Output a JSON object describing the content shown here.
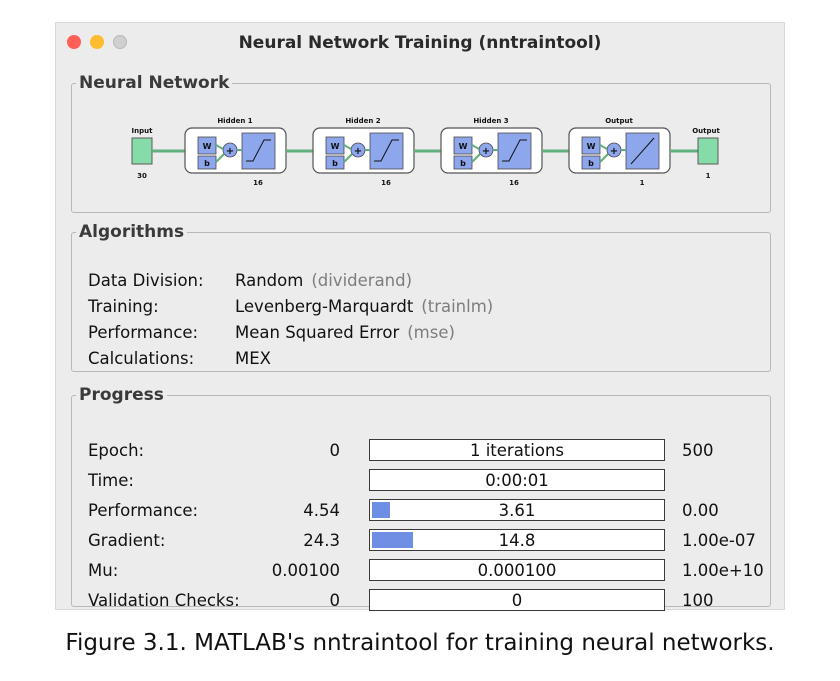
{
  "window": {
    "title": "Neural Network Training (nntraintool)"
  },
  "neural_network": {
    "legend": "Neural Network",
    "input": {
      "label": "Input",
      "size": "30"
    },
    "layers": [
      {
        "title": "Hidden 1",
        "size": "16",
        "transfer": "tansig"
      },
      {
        "title": "Hidden 2",
        "size": "16",
        "transfer": "tansig"
      },
      {
        "title": "Hidden 3",
        "size": "16",
        "transfer": "tansig"
      },
      {
        "title": "Output",
        "size": "1",
        "transfer": "purelin"
      }
    ],
    "output": {
      "label": "Output",
      "size": "1"
    },
    "weight_label": "W",
    "bias_label": "b",
    "sum_symbol": "+"
  },
  "algorithms": {
    "legend": "Algorithms",
    "rows": [
      {
        "label": "Data Division:",
        "value": "Random",
        "note": "(dividerand)"
      },
      {
        "label": "Training:",
        "value": "Levenberg-Marquardt",
        "note": "(trainlm)"
      },
      {
        "label": "Performance:",
        "value": "Mean Squared Error",
        "note": "(mse)"
      },
      {
        "label": "Calculations:",
        "value": "MEX",
        "note": ""
      }
    ]
  },
  "progress": {
    "legend": "Progress",
    "rows": [
      {
        "label": "Epoch:",
        "start": "0",
        "current": "1 iterations",
        "end": "500",
        "fill": 0
      },
      {
        "label": "Time:",
        "start": "",
        "current": "0:00:01",
        "end": "",
        "fill": 0
      },
      {
        "label": "Performance:",
        "start": "4.54",
        "current": "3.61",
        "end": "0.00",
        "fill": 0.06
      },
      {
        "label": "Gradient:",
        "start": "24.3",
        "current": "14.8",
        "end": "1.00e-07",
        "fill": 0.14
      },
      {
        "label": "Mu:",
        "start": "0.00100",
        "current": "0.000100",
        "end": "1.00e+10",
        "fill": 0
      },
      {
        "label": "Validation Checks:",
        "start": "0",
        "current": "0",
        "end": "100",
        "fill": 0
      }
    ]
  },
  "caption": "Figure 3.1. MATLAB's nntraintool for training neural networks.",
  "colors": {
    "io_node": "#86dca8",
    "block": "#8ea6ec",
    "wire": "#5fb07c",
    "progress_fill": "#6f8fe5"
  }
}
